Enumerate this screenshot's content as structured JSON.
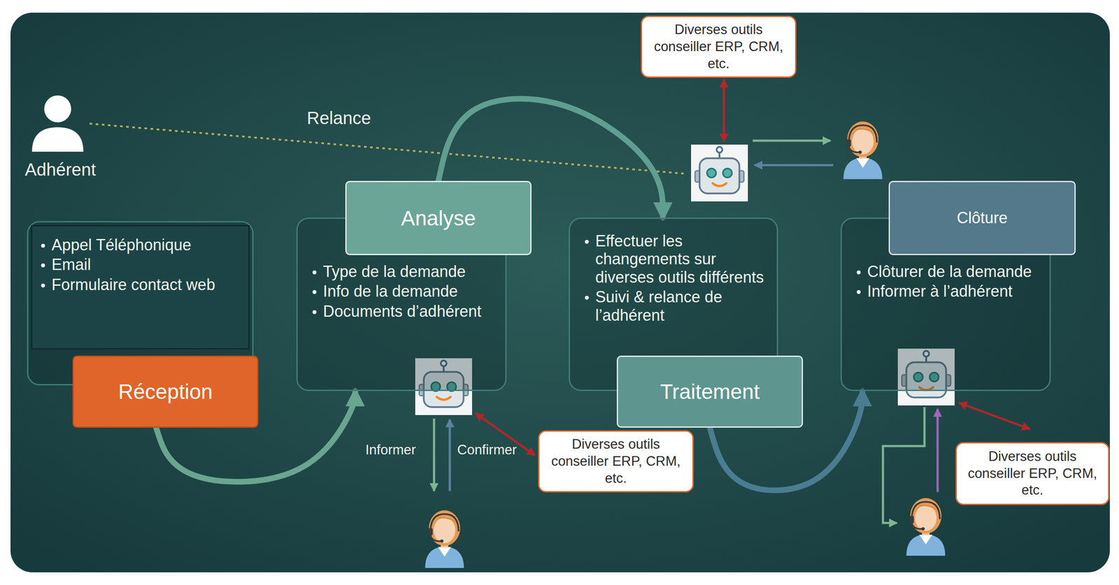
{
  "diagram": {
    "nodes": [
      {
        "text": [
          "Appel Téléphonique",
          "Email",
          "Formulaire contact web"
        ]
      },
      {
        "text": [
          "Réception"
        ],
        "in": 0
      },
      {
        "text": [
          "Type de la demande",
          "Info de la demande",
          "Documents d’adhérent"
        ]
      },
      {
        "text": [
          "Analyse"
        ],
        "in": 2
      },
      {
        "text": [
          "Effectuer les changements sur diverses outils différents",
          "Suivi & relance de l’adhérent"
        ]
      },
      {
        "text": [
          "Traitement"
        ],
        "in": 4
      },
      {
        "text": [
          "Clôturer de la demande",
          "Informer à l’adhérent"
        ]
      },
      {
        "text": [
          "Clôture"
        ],
        "in": 6
      },
      {
        "text": [
          "Diverses outils conseiller ERP, CRM, etc."
        ]
      },
      {
        "text": [
          "Diverses outils conseiller ERP, CRM, etc."
        ]
      },
      {
        "text": [
          "Diverses outils conseiller ERP, CRM, etc."
        ]
      }
    ],
    "edges": [
      {
        "from": 1,
        "to": 2,
        "arrow": "to"
      },
      {
        "from": 3,
        "to": 4,
        "arrow": "to"
      },
      {
        "from": 5,
        "to": 6,
        "arrow": "to"
      }
    ],
    "labels": [
      "Adhérent",
      "Relance",
      "Informer",
      "Confirmer"
    ]
  }
}
